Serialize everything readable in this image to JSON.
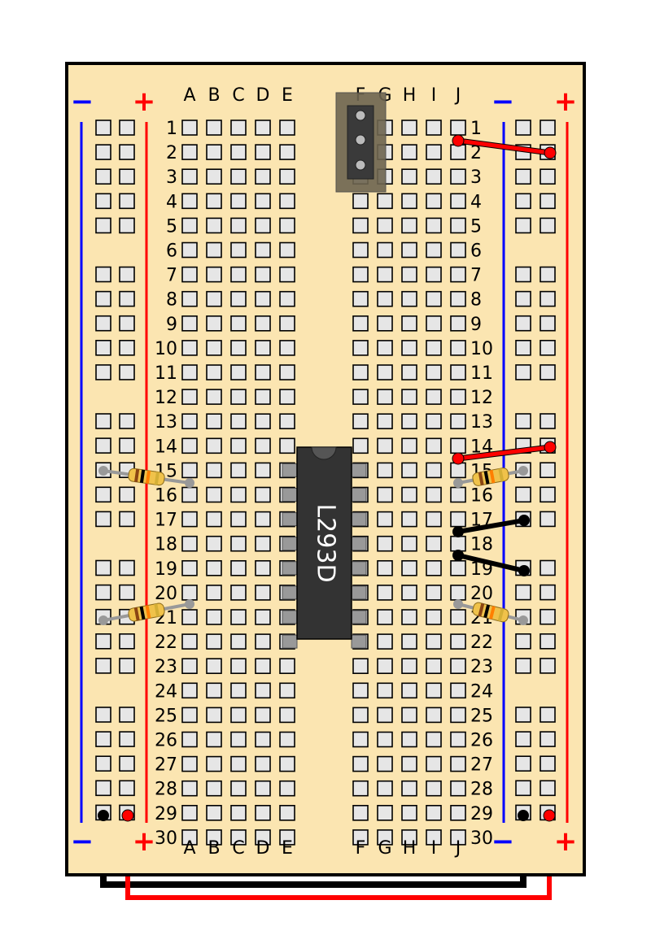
{
  "breadboard": {
    "left_columns": [
      "A",
      "B",
      "C",
      "D",
      "E"
    ],
    "right_columns": [
      "F",
      "G",
      "H",
      "I",
      "J"
    ],
    "rows": [
      1,
      2,
      3,
      4,
      5,
      6,
      7,
      8,
      9,
      10,
      11,
      12,
      13,
      14,
      15,
      16,
      17,
      18,
      19,
      20,
      21,
      22,
      23,
      24,
      25,
      26,
      27,
      28,
      29,
      30
    ],
    "rail_minus_label": "−",
    "rail_plus_label": "+"
  },
  "chip": {
    "label": "L293D",
    "pins_per_side": 8
  },
  "colors": {
    "board": "#fbe5b1",
    "hole": "#e6e6e6",
    "rail_negative": "#0000ff",
    "rail_positive": "#ff0000",
    "wire_red": "#ff0000",
    "wire_black": "#000000",
    "chip_body": "#333333",
    "lead_gray": "#999999"
  },
  "components": {
    "header": "3-pin header",
    "resistors": [
      "resistor",
      "resistor",
      "resistor",
      "resistor"
    ],
    "wires": [
      "red-wire",
      "red-wire",
      "black-wire",
      "black-wire",
      "black-power-wire",
      "red-power-wire"
    ]
  }
}
